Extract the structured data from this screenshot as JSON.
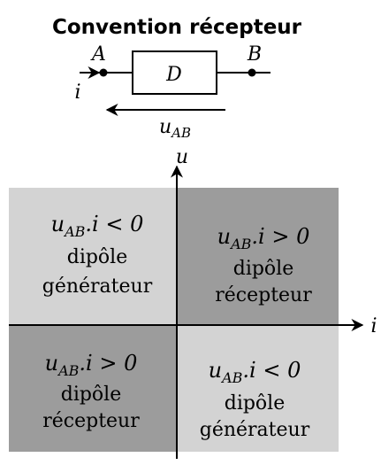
{
  "title": "Convention récepteur",
  "circuit": {
    "node_a": "A",
    "node_b": "B",
    "dipole": "D",
    "current": "i",
    "voltage": "u",
    "voltage_sub": "AB"
  },
  "axes": {
    "y_label": "u",
    "x_label": "i"
  },
  "quadrants": {
    "top_left": {
      "expr_var": "u",
      "expr_sub": "AB",
      "expr_rest": ".i < 0",
      "line1": "dipôle",
      "line2": "générateur",
      "color": "#d3d3d3"
    },
    "top_right": {
      "expr_var": "u",
      "expr_sub": "AB",
      "expr_rest": ".i > 0",
      "line1": "dipôle",
      "line2": "récepteur",
      "color": "#9c9c9c"
    },
    "bottom_left": {
      "expr_var": "u",
      "expr_sub": "AB",
      "expr_rest": ".i > 0",
      "line1": "dipôle",
      "line2": "récepteur",
      "color": "#9c9c9c"
    },
    "bottom_right": {
      "expr_var": "u",
      "expr_sub": "AB",
      "expr_rest": ".i < 0",
      "line1": "dipôle",
      "line2": "générateur",
      "color": "#d3d3d3"
    }
  }
}
